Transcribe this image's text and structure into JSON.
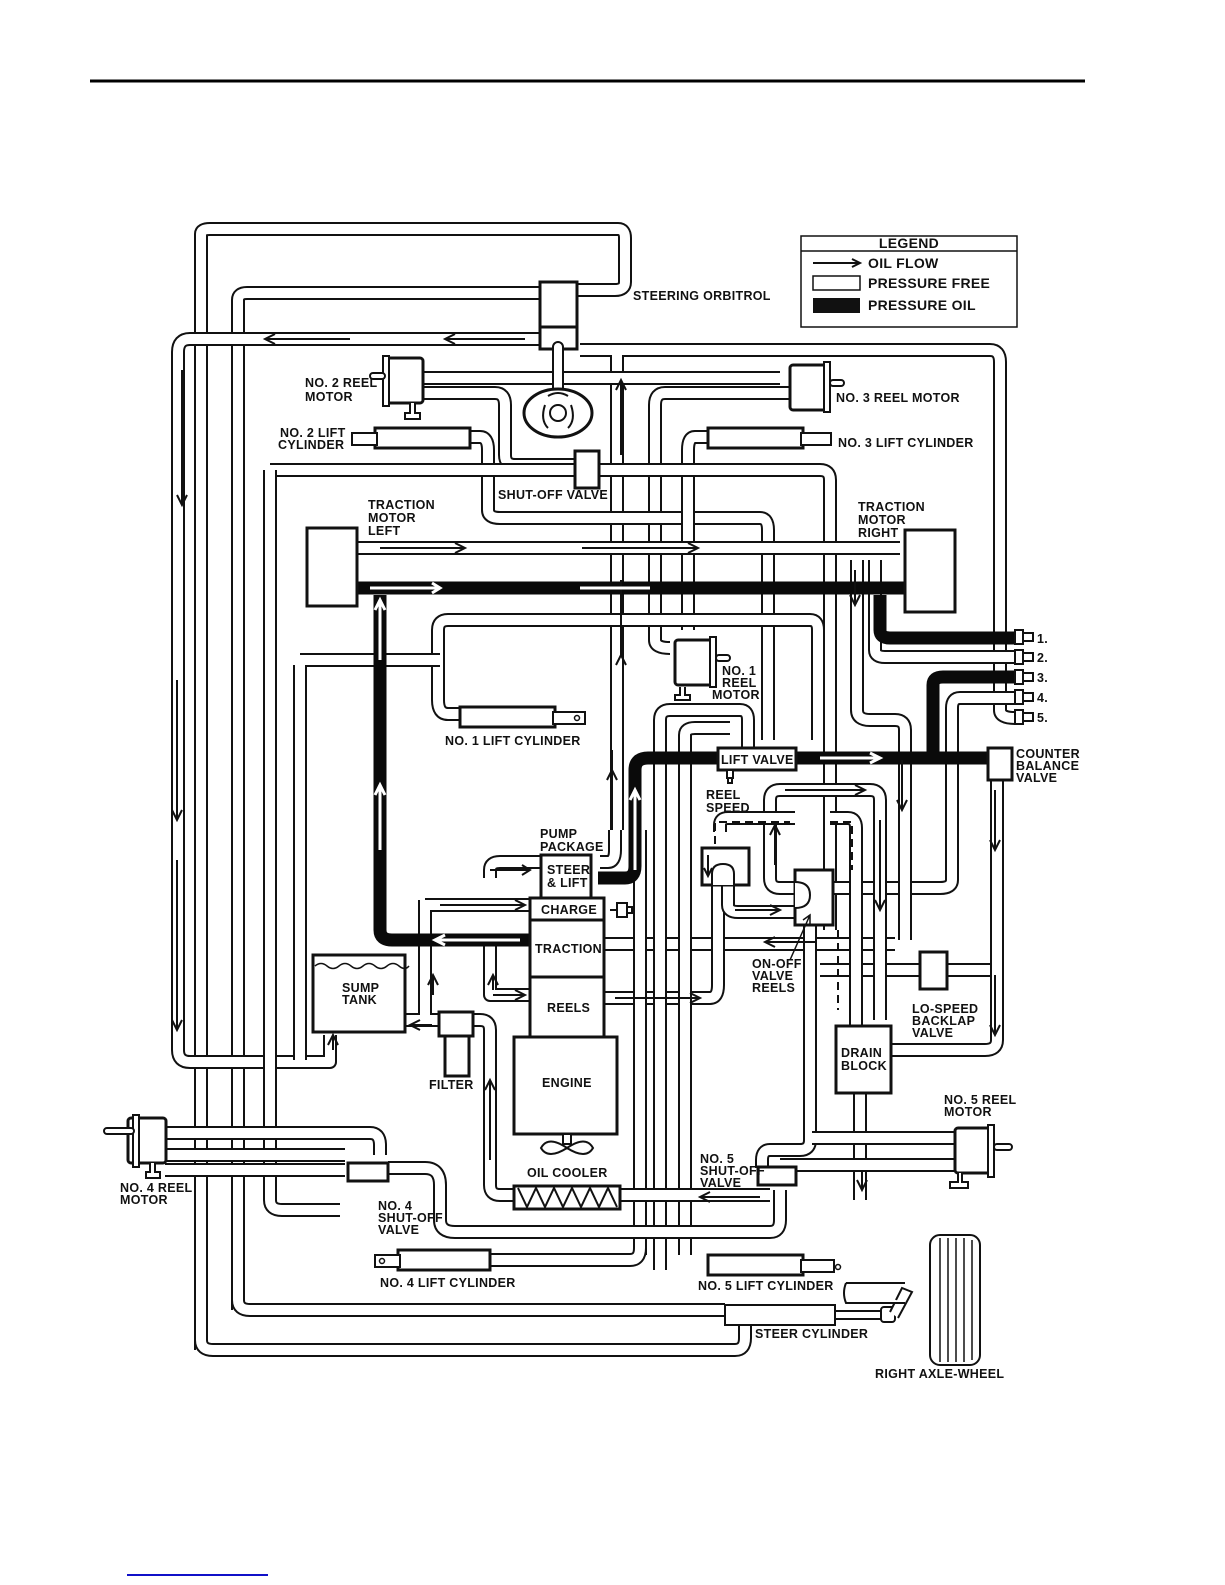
{
  "figure": {
    "type": "hydraulic schematic",
    "legend": {
      "title": "LEGEND",
      "items": [
        {
          "symbol": "arrow",
          "label": "OIL FLOW"
        },
        {
          "symbol": "open-bar",
          "label": "PRESSURE FREE"
        },
        {
          "symbol": "solid-bar",
          "label": "PRESSURE OIL"
        }
      ]
    },
    "components": {
      "steering_orbitrol": "STEERING ORBITROL",
      "no2_reel_motor": [
        "NO. 2 REEL",
        "MOTOR"
      ],
      "no3_reel_motor": "NO. 3 REEL MOTOR",
      "no2_lift_cylinder": [
        "NO. 2 LIFT",
        "CYLINDER"
      ],
      "no3_lift_cylinder": "NO. 3 LIFT CYLINDER",
      "shut_off_valve": "SHUT-OFF VALVE",
      "traction_motor_left": [
        "TRACTION",
        "MOTOR",
        "LEFT"
      ],
      "traction_motor_right": [
        "TRACTION",
        "MOTOR",
        "RIGHT"
      ],
      "no1_reel_motor": [
        "NO. 1",
        "REEL",
        "MOTOR"
      ],
      "no1_lift_cylinder": "NO. 1 LIFT CYLINDER",
      "lift_valve": "LIFT VALVE",
      "reel_speed": [
        "REEL",
        "SPEED"
      ],
      "counter_balance_valve": [
        "COUNTER",
        "BALANCE",
        "VALVE"
      ],
      "pump_package": [
        "PUMP",
        "PACKAGE"
      ],
      "steer_lift": [
        "STEER",
        "& LIFT"
      ],
      "charge": "CHARGE",
      "traction": "TRACTION",
      "reels": "REELS",
      "engine": "ENGINE",
      "sump_tank": [
        "SUMP",
        "TANK"
      ],
      "filter": "FILTER",
      "on_off_valve_reels": [
        "ON-OFF",
        "VALVE",
        "REELS"
      ],
      "lo_speed_backlap_valve": [
        "LO-SPEED",
        "BACKLAP",
        "VALVE"
      ],
      "drain_block": [
        "DRAIN",
        "BLOCK"
      ],
      "oil_cooler": "OIL COOLER",
      "no4_reel_motor": [
        "NO. 4 REEL",
        "MOTOR"
      ],
      "no4_shut_off_valve": [
        "NO. 4",
        "SHUT-OFF",
        "VALVE"
      ],
      "no5_reel_motor": [
        "NO. 5 REEL",
        "MOTOR"
      ],
      "no5_shut_off_valve": [
        "NO. 5",
        "SHUT-OFF",
        "VALVE"
      ],
      "no4_lift_cylinder": "NO. 4 LIFT CYLINDER",
      "no5_lift_cylinder": "NO. 5 LIFT CYLINDER",
      "steer_cylinder": "STEER CYLINDER",
      "right_axle_wheel": "RIGHT AXLE-WHEEL"
    },
    "test_ports": [
      "1.",
      "2.",
      "3.",
      "4.",
      "5."
    ]
  }
}
